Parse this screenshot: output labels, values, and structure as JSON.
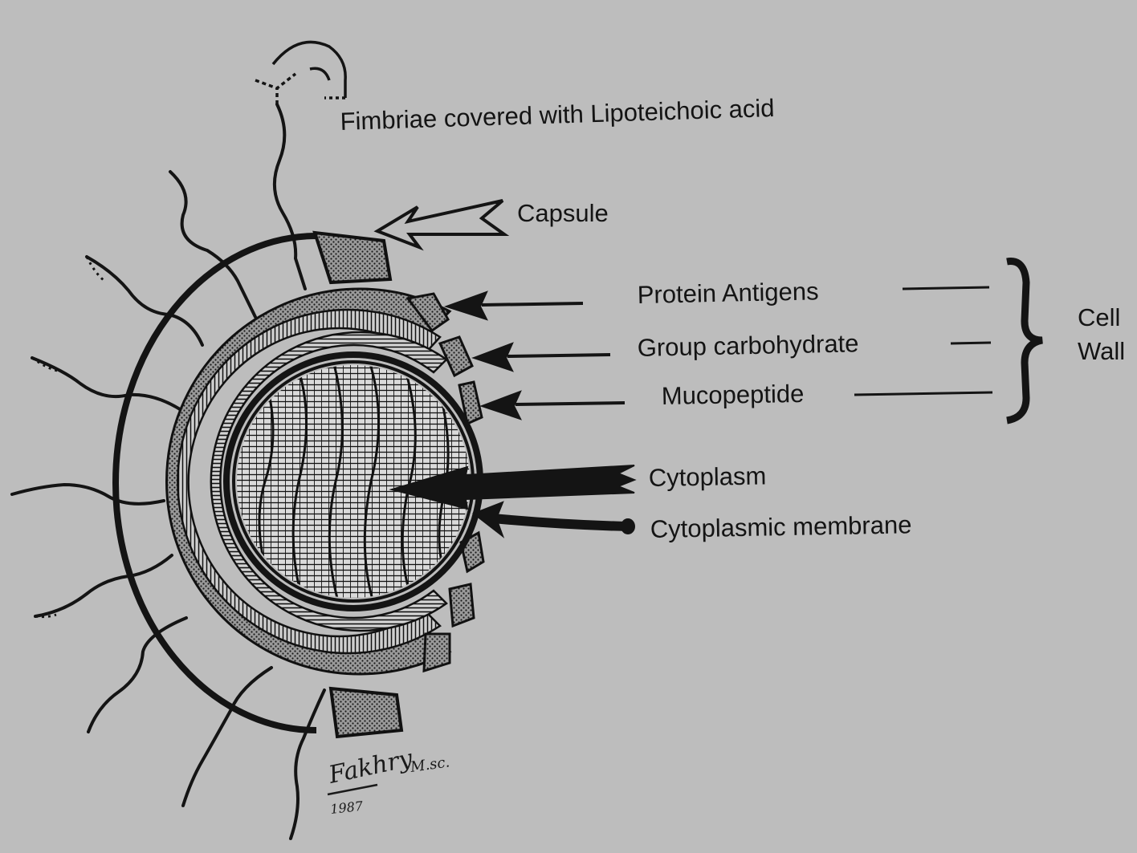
{
  "labels": {
    "fimbriae": "Fimbriae covered with Lipoteichoic acid",
    "capsule": "Capsule",
    "protein_antigens": "Protein Antigens",
    "group_carbohydrate": "Group carbohydrate",
    "mucopeptide": "Mucopeptide",
    "cytoplasm": "Cytoplasm",
    "cytoplasmic_membrane": "Cytoplasmic membrane",
    "cell": "Cell",
    "wall": "Wall"
  },
  "signature": {
    "name": "Fakhry",
    "degree": "M.sc.",
    "year": "1987"
  },
  "colors": {
    "background": "#bdbdbd",
    "ink": "#141414"
  }
}
